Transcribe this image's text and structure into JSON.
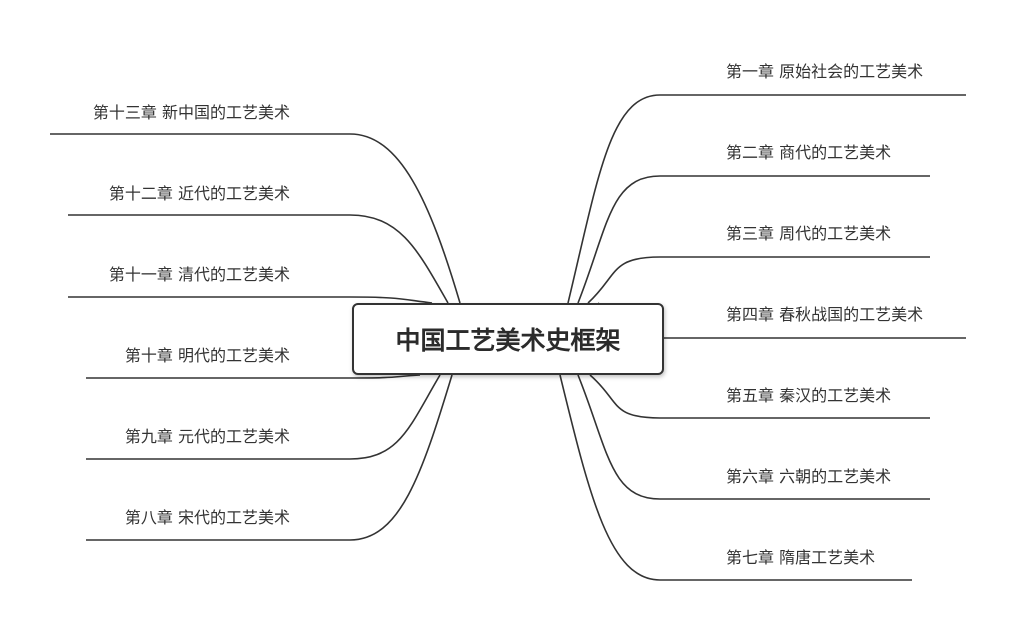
{
  "center": {
    "title": "中国工艺美术史框架"
  },
  "branches_right": [
    {
      "label": "第一章 原始社会的工艺美术"
    },
    {
      "label": "第二章 商代的工艺美术"
    },
    {
      "label": "第三章 周代的工艺美术"
    },
    {
      "label": "第四章 春秋战国的工艺美术"
    },
    {
      "label": "第五章 秦汉的工艺美术"
    },
    {
      "label": "第六章 六朝的工艺美术"
    },
    {
      "label": "第七章 隋唐工艺美术"
    }
  ],
  "branches_left": [
    {
      "label": "第十三章 新中国的工艺美术"
    },
    {
      "label": "第十二章 近代的工艺美术"
    },
    {
      "label": "第十一章 清代的工艺美术"
    },
    {
      "label": "第十章 明代的工艺美术"
    },
    {
      "label": "第九章 元代的工艺美术"
    },
    {
      "label": "第八章 宋代的工艺美术"
    }
  ],
  "colors": {
    "line": "#333333",
    "node_border": "#333333",
    "text": "#333333"
  }
}
